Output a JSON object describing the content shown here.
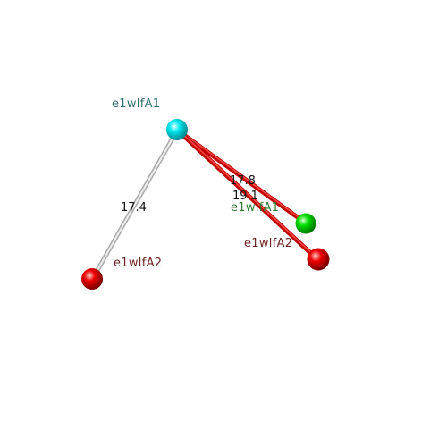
{
  "colors": {
    "background": "#ffffff",
    "cyan_atom": "#00e5ee",
    "green_atom": "#00dd00",
    "red_atom": "#ee0000",
    "bond_red": "#dd0000",
    "bond_gray": "#c8c8c8",
    "label_teal": "#2e6e6e",
    "label_green": "#2e7a2e",
    "label_darkred": "#6e2424"
  },
  "atoms": {
    "a": {
      "label": "e1wlfA1",
      "color_key": "cyan_atom"
    },
    "b": {
      "label": "e1wlfA1",
      "color_key": "green_atom"
    },
    "c": {
      "label": "e1wlfA2",
      "color_key": "red_atom"
    },
    "d": {
      "label": "e1wlfA2",
      "color_key": "red_atom"
    }
  },
  "distances": {
    "a_b": "17.8",
    "a_c": "19.1",
    "a_d": "17.4"
  }
}
